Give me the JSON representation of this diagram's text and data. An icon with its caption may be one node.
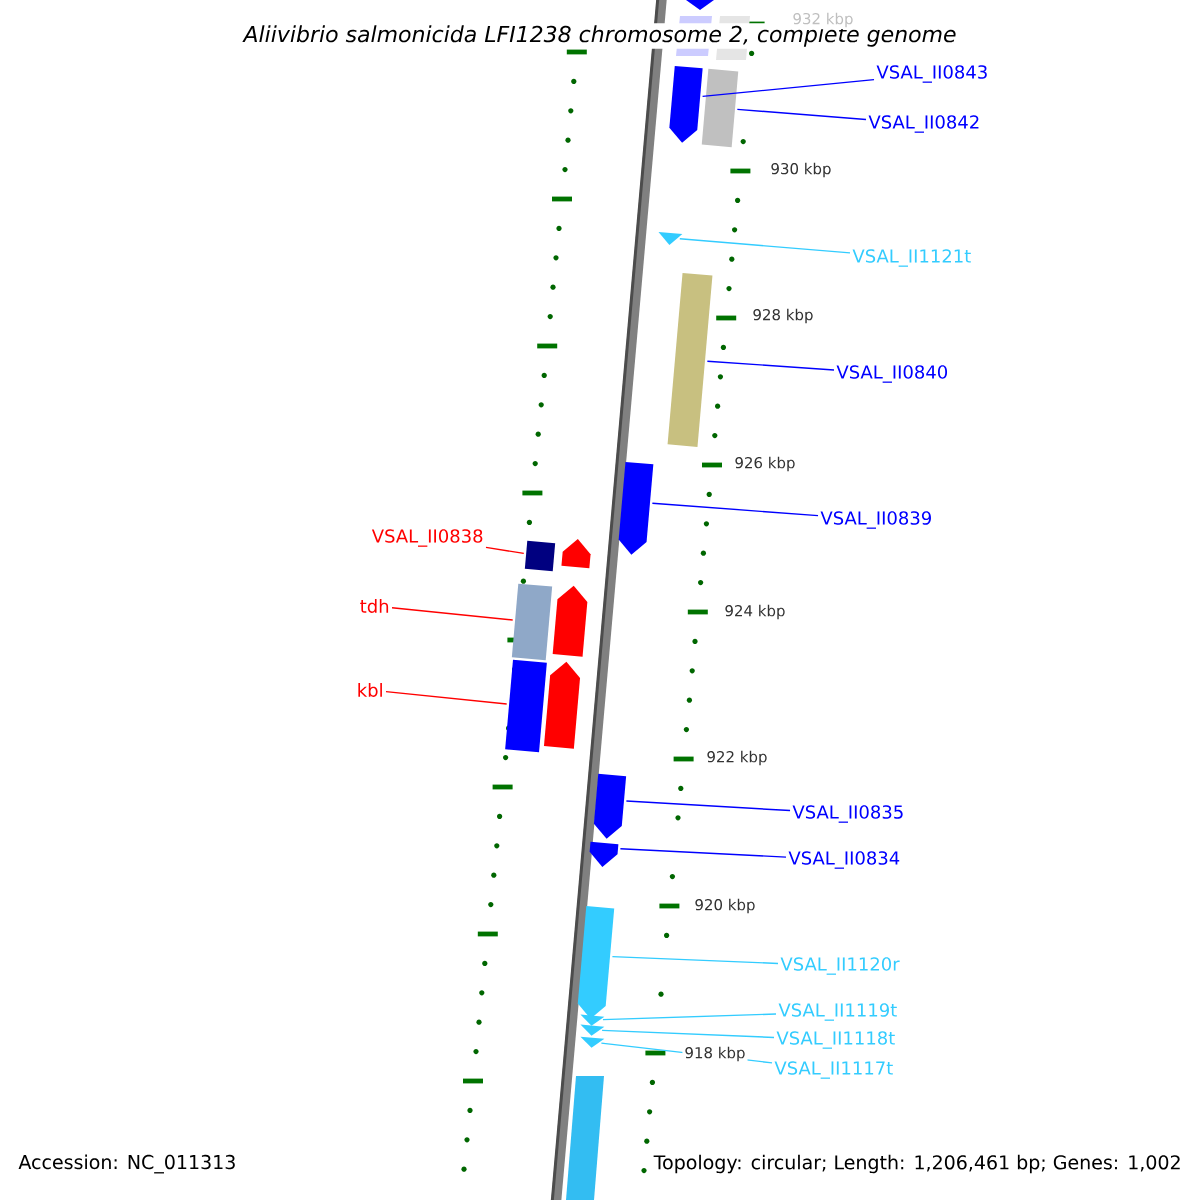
{
  "diagram": {
    "title": "Aliivibrio salmonicida LFI1238 chromosome 2, complete genome",
    "nodes": [
      {
        "text": [
          "VSAL_II0843"
        ]
      },
      {
        "text": [],
        "shape": "pentagon"
      },
      {
        "text": [
          "VSAL_II0842"
        ]
      },
      {
        "text": [],
        "shape": "box"
      },
      {
        "text": [
          "VSAL_II1121t"
        ]
      },
      {
        "text": [],
        "shape": "triangle"
      },
      {
        "text": [
          "VSAL_II0840"
        ]
      },
      {
        "text": [],
        "shape": "box"
      },
      {
        "text": [
          "VSAL_II0839"
        ]
      },
      {
        "text": [],
        "shape": "pentagon"
      },
      {
        "text": [
          "VSAL_II0838"
        ]
      },
      {
        "text": [],
        "shape": "box"
      },
      {
        "text": [
          "tdh"
        ]
      },
      {
        "text": [],
        "shape": "box"
      },
      {
        "text": [
          "kbl"
        ]
      },
      {
        "text": [],
        "shape": "box"
      },
      {
        "text": [
          "VSAL_II0835"
        ]
      },
      {
        "text": [],
        "shape": "pentagon"
      },
      {
        "text": [
          "VSAL_II0834"
        ]
      },
      {
        "text": [],
        "shape": "pentagon"
      },
      {
        "text": [
          "VSAL_II1120r"
        ]
      },
      {
        "text": [],
        "shape": "pentagon"
      },
      {
        "text": [
          "VSAL_II1119t"
        ]
      },
      {
        "text": [],
        "shape": "triangle"
      },
      {
        "text": [
          "VSAL_II1118t"
        ]
      },
      {
        "text": [],
        "shape": "triangle"
      },
      {
        "text": [
          "VSAL_II1117t"
        ]
      },
      {
        "text": [],
        "shape": "triangle"
      }
    ],
    "edges": [
      {
        "from": 0,
        "to": 1,
        "arrow": "none",
        "color": "#0000ff"
      },
      {
        "from": 2,
        "to": 3,
        "arrow": "none",
        "color": "#0000ff"
      },
      {
        "from": 4,
        "to": 5,
        "arrow": "none",
        "color": "#33ccff"
      },
      {
        "from": 6,
        "to": 7,
        "arrow": "none",
        "color": "#0000ff"
      },
      {
        "from": 8,
        "to": 9,
        "arrow": "none",
        "color": "#0000ff"
      },
      {
        "from": 10,
        "to": 11,
        "arrow": "none",
        "color": "#ff0000"
      },
      {
        "from": 12,
        "to": 13,
        "arrow": "none",
        "color": "#ff0000"
      },
      {
        "from": 14,
        "to": 15,
        "arrow": "none",
        "color": "#ff0000"
      },
      {
        "from": 16,
        "to": 17,
        "arrow": "none",
        "color": "#0000ff"
      },
      {
        "from": 18,
        "to": 19,
        "arrow": "none",
        "color": "#0000ff"
      },
      {
        "from": 20,
        "to": 21,
        "arrow": "none",
        "color": "#33ccff"
      },
      {
        "from": 22,
        "to": 23,
        "arrow": "none",
        "color": "#33ccff"
      },
      {
        "from": 24,
        "to": 25,
        "arrow": "none",
        "color": "#33ccff"
      },
      {
        "from": 26,
        "to": 27,
        "arrow": "none",
        "color": "#33ccff"
      }
    ],
    "labels": [
      "932 kbp",
      "930 kbp",
      "928 kbp",
      "926 kbp",
      "924 kbp",
      "922 kbp",
      "920 kbp",
      "918 kbp",
      "Accession: NC_011313",
      "Topology: circular; Length: 1,206,461 bp; Genes: 1,002"
    ]
  }
}
